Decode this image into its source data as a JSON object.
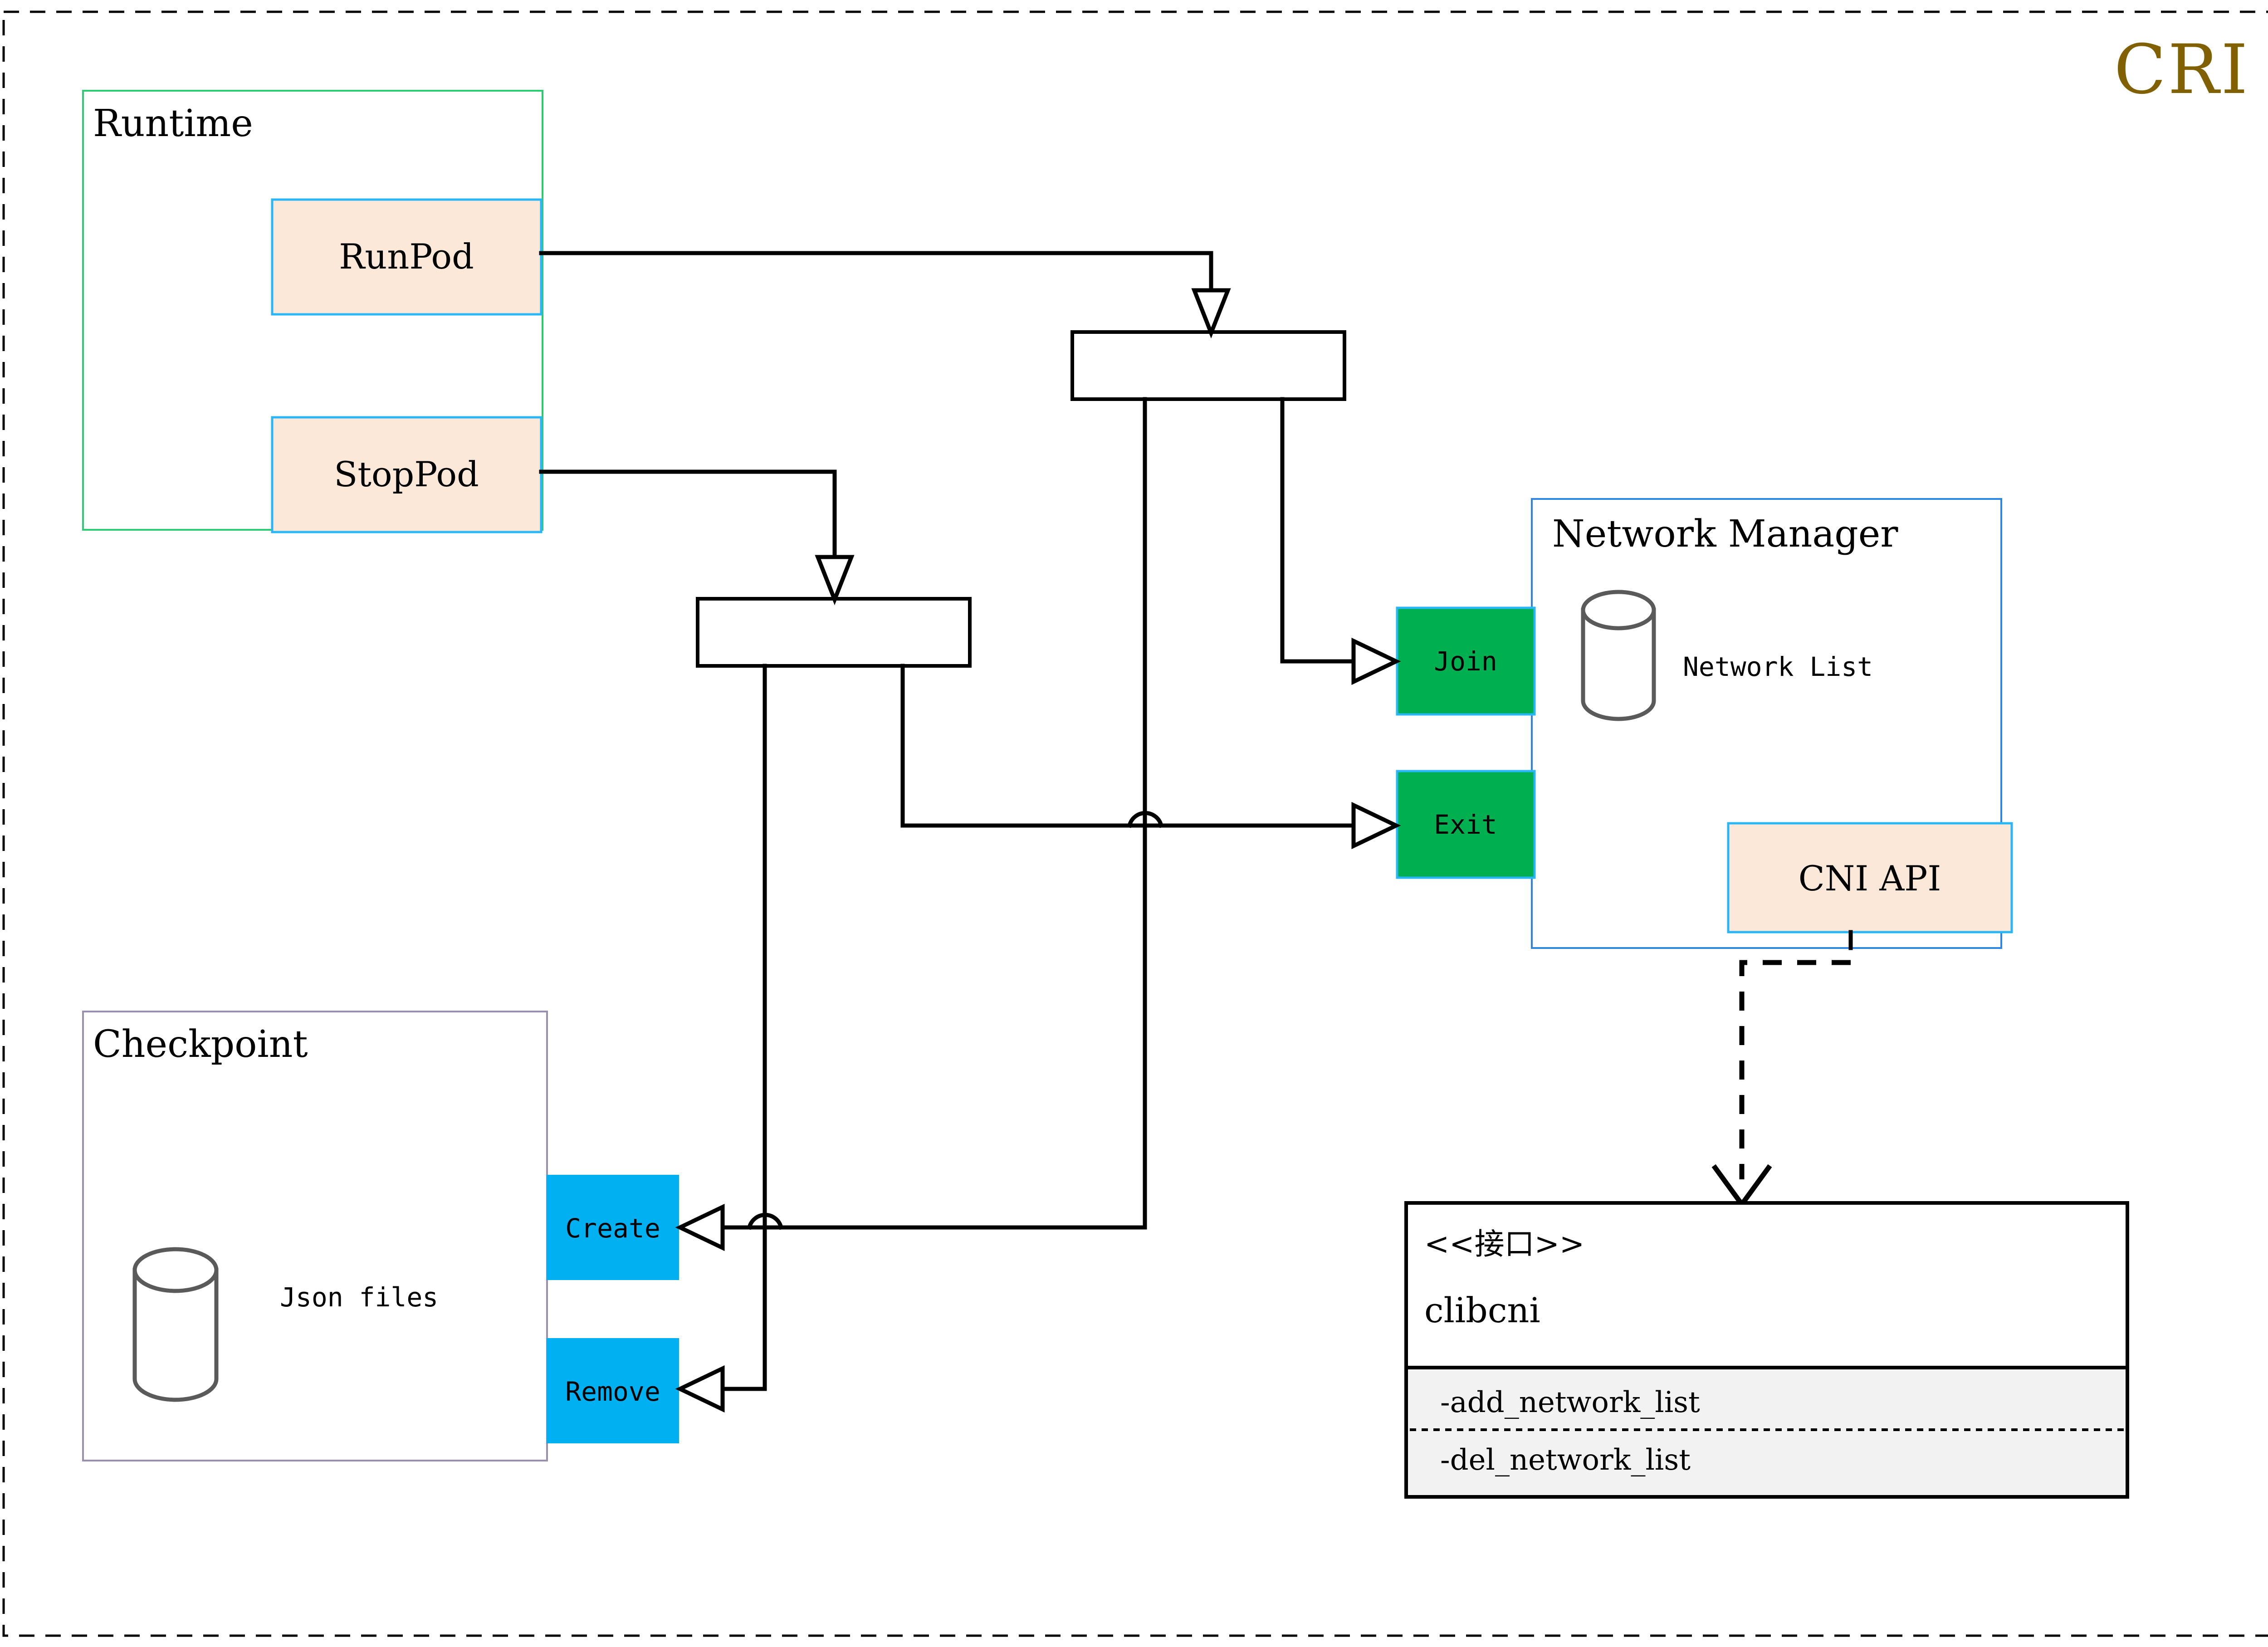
{
  "diagram": {
    "title": "CRI",
    "title_color": "#806000",
    "page_border": "dashed"
  },
  "groups": [
    {
      "id": "runtime",
      "label": "Runtime",
      "border_color": "#2ecc71"
    },
    {
      "id": "checkpoint",
      "label": "Checkpoint",
      "border_color": "#9a8fb0"
    },
    {
      "id": "netmgr",
      "label": "Network Manager",
      "border_color": "#2e86de"
    }
  ],
  "nodes": {
    "runpod": {
      "label": "RunPod",
      "fill": "#fce8d8",
      "stroke": "#29b6f6"
    },
    "stoppod": {
      "label": "StopPod",
      "fill": "#fce8d8",
      "stroke": "#29b6f6"
    },
    "join": {
      "label": "Join",
      "fill": "#00b050",
      "stroke": "#29b6f6"
    },
    "exit": {
      "label": "Exit",
      "fill": "#00b050",
      "stroke": "#29b6f6"
    },
    "cni_api": {
      "label": "CNI API",
      "fill": "#fce8d8",
      "stroke": "#29b6f6"
    },
    "create": {
      "label": "Create",
      "fill": "#00b0f0",
      "stroke": "none"
    },
    "remove": {
      "label": "Remove",
      "fill": "#00b0f0",
      "stroke": "none"
    }
  },
  "datastores": {
    "network_list": {
      "label": "Network List"
    },
    "json_files": {
      "label": "Json files"
    }
  },
  "junctions": [
    {
      "id": "junction-top",
      "label": ""
    },
    {
      "id": "junction-bottom",
      "label": ""
    }
  ],
  "interface": {
    "stereotype": "<<接口>>",
    "name": "clibcni",
    "methods": [
      "-add_network_list",
      "-del_network_list"
    ]
  }
}
